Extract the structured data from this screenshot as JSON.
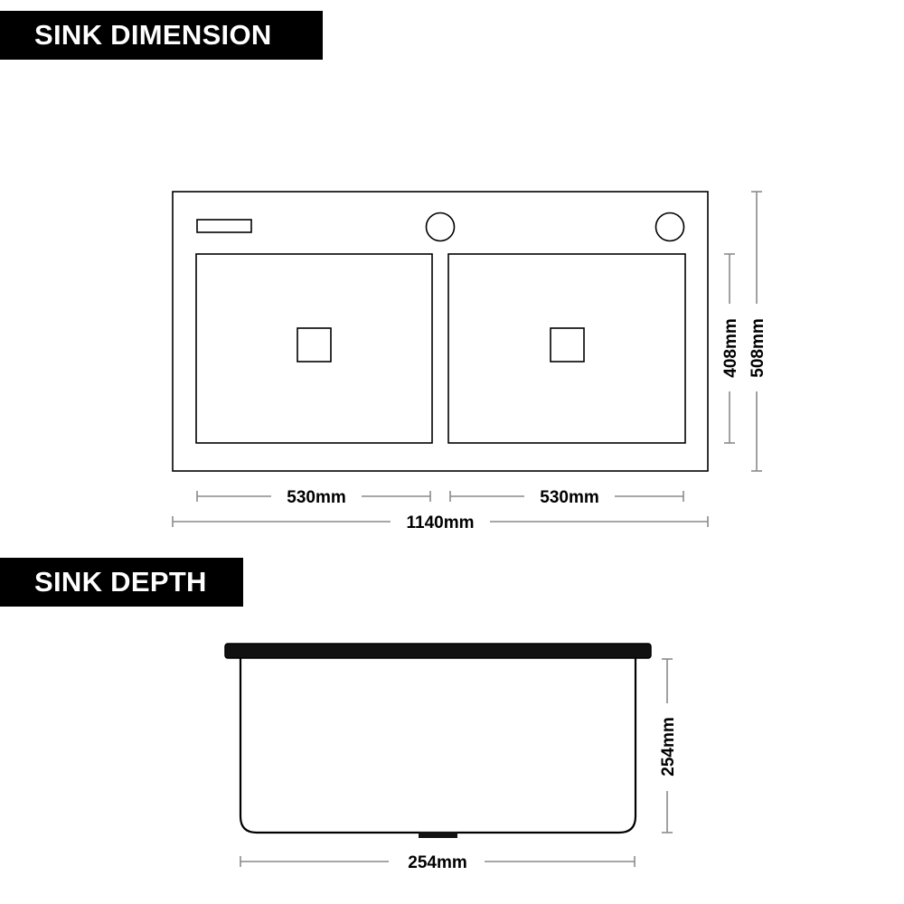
{
  "sections": {
    "dimension_title": "SINK DIMENSION",
    "depth_title": "SINK DEPTH"
  },
  "dimensions": {
    "left_basin_width": "530mm",
    "right_basin_width": "530mm",
    "overall_width": "1140mm",
    "basin_height": "408mm",
    "overall_height": "508mm",
    "depth_height": "254mm",
    "depth_width": "254mm"
  },
  "colors": {
    "outline": "#000000",
    "dimension_line": "#8a8a8a",
    "banner_bg": "#000000",
    "banner_text": "#ffffff"
  }
}
